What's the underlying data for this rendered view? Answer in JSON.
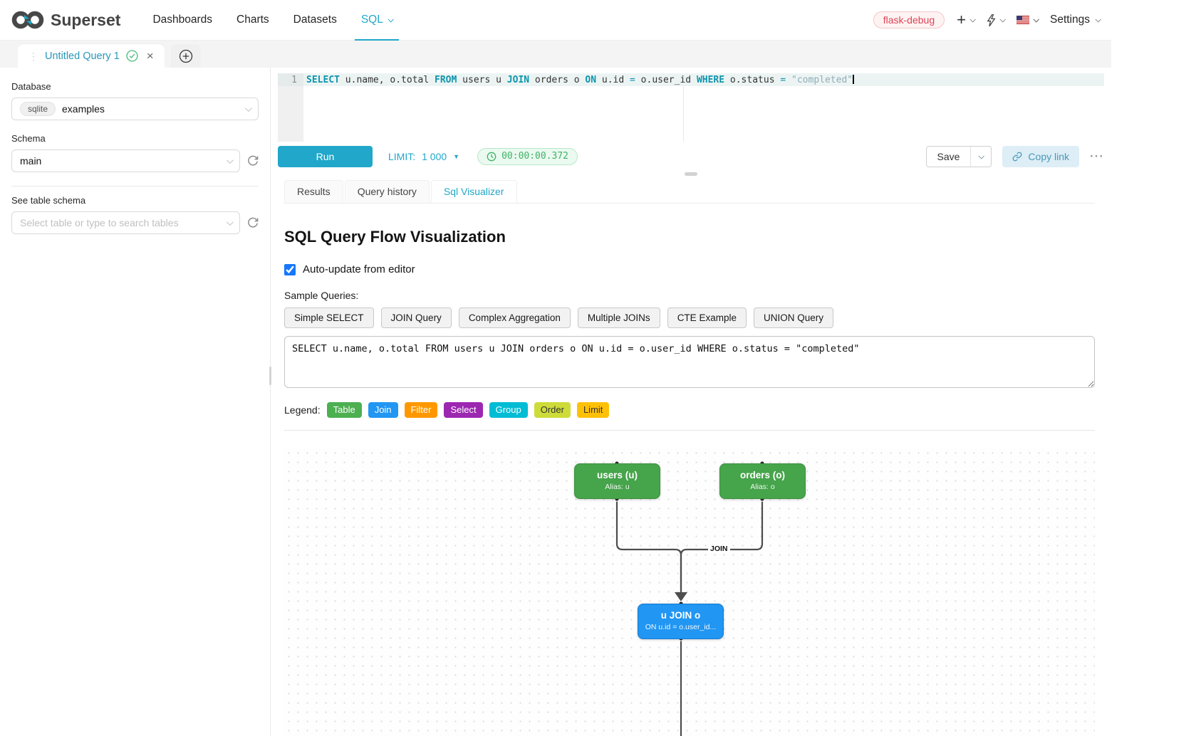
{
  "navbar": {
    "brand": "Superset",
    "items": [
      {
        "label": "Dashboards"
      },
      {
        "label": "Charts"
      },
      {
        "label": "Datasets"
      },
      {
        "label": "SQL"
      }
    ],
    "env_badge": "flask-debug",
    "plus_label": "+",
    "settings_label": "Settings"
  },
  "query_tab": {
    "title": "Untitled Query 1"
  },
  "sidebar": {
    "database_label": "Database",
    "database_engine": "sqlite",
    "database_value": "examples",
    "schema_label": "Schema",
    "schema_value": "main",
    "table_schema_label": "See table schema",
    "table_placeholder": "Select table or type to search tables"
  },
  "editor": {
    "line_number": "1",
    "tokens": [
      {
        "type": "kw",
        "text": "SELECT"
      },
      {
        "type": "txt",
        "text": " u.name, o.total "
      },
      {
        "type": "kw",
        "text": "FROM"
      },
      {
        "type": "txt",
        "text": " users u "
      },
      {
        "type": "kw",
        "text": "JOIN"
      },
      {
        "type": "txt",
        "text": " orders o "
      },
      {
        "type": "kw",
        "text": "ON"
      },
      {
        "type": "txt",
        "text": " u.id "
      },
      {
        "type": "op",
        "text": "="
      },
      {
        "type": "txt",
        "text": " o.user_id "
      },
      {
        "type": "kw",
        "text": "WHERE"
      },
      {
        "type": "txt",
        "text": " o.status "
      },
      {
        "type": "op",
        "text": "="
      },
      {
        "type": "txt",
        "text": " "
      },
      {
        "type": "str",
        "text": "\"completed\""
      }
    ]
  },
  "toolbar": {
    "run_label": "Run",
    "limit_label": "LIMIT:",
    "limit_value": "1 000",
    "timer": "00:00:00.372",
    "save_label": "Save",
    "copy_link_label": "Copy link",
    "more_label": "···"
  },
  "south_tabs": [
    {
      "label": "Results"
    },
    {
      "label": "Query history"
    },
    {
      "label": "Sql Visualizer"
    }
  ],
  "visualizer": {
    "title": "SQL Query Flow Visualization",
    "auto_update_label": "Auto-update from editor",
    "sample_queries_label": "Sample Queries:",
    "sample_buttons": [
      "Simple SELECT",
      "JOIN Query",
      "Complex Aggregation",
      "Multiple JOINs",
      "CTE Example",
      "UNION Query"
    ],
    "sql_text": "SELECT u.name, o.total FROM users u JOIN orders o ON u.id = o.user_id WHERE o.status = \"completed\"",
    "legend_label": "Legend:",
    "legend": [
      {
        "label": "Table",
        "color": "#4caf50",
        "text_color": "#ffffff"
      },
      {
        "label": "Join",
        "color": "#2196f3",
        "text_color": "#ffffff"
      },
      {
        "label": "Filter",
        "color": "#ff9800",
        "text_color": "#ffffff"
      },
      {
        "label": "Select",
        "color": "#9c27b0",
        "text_color": "#ffffff"
      },
      {
        "label": "Group",
        "color": "#00bcd4",
        "text_color": "#ffffff"
      },
      {
        "label": "Order",
        "color": "#cddc39",
        "text_color": "#333333"
      },
      {
        "label": "Limit",
        "color": "#ffc107",
        "text_color": "#333333"
      }
    ],
    "flow": {
      "nodes": [
        {
          "title": "users (u)",
          "subtitle": "Alias: u",
          "color": "#46a44b",
          "border": "#3c9040"
        },
        {
          "title": "orders (o)",
          "subtitle": "Alias: o",
          "color": "#46a44b",
          "border": "#3c9040"
        },
        {
          "title": "u JOIN o",
          "subtitle": "ON u.id = o.user_id...",
          "color": "#2196f3",
          "border": "#1879d0"
        }
      ],
      "edge_label": "JOIN",
      "edge_color": "#4d4d4d"
    }
  },
  "colors": {
    "accent": "#20a7c9"
  }
}
